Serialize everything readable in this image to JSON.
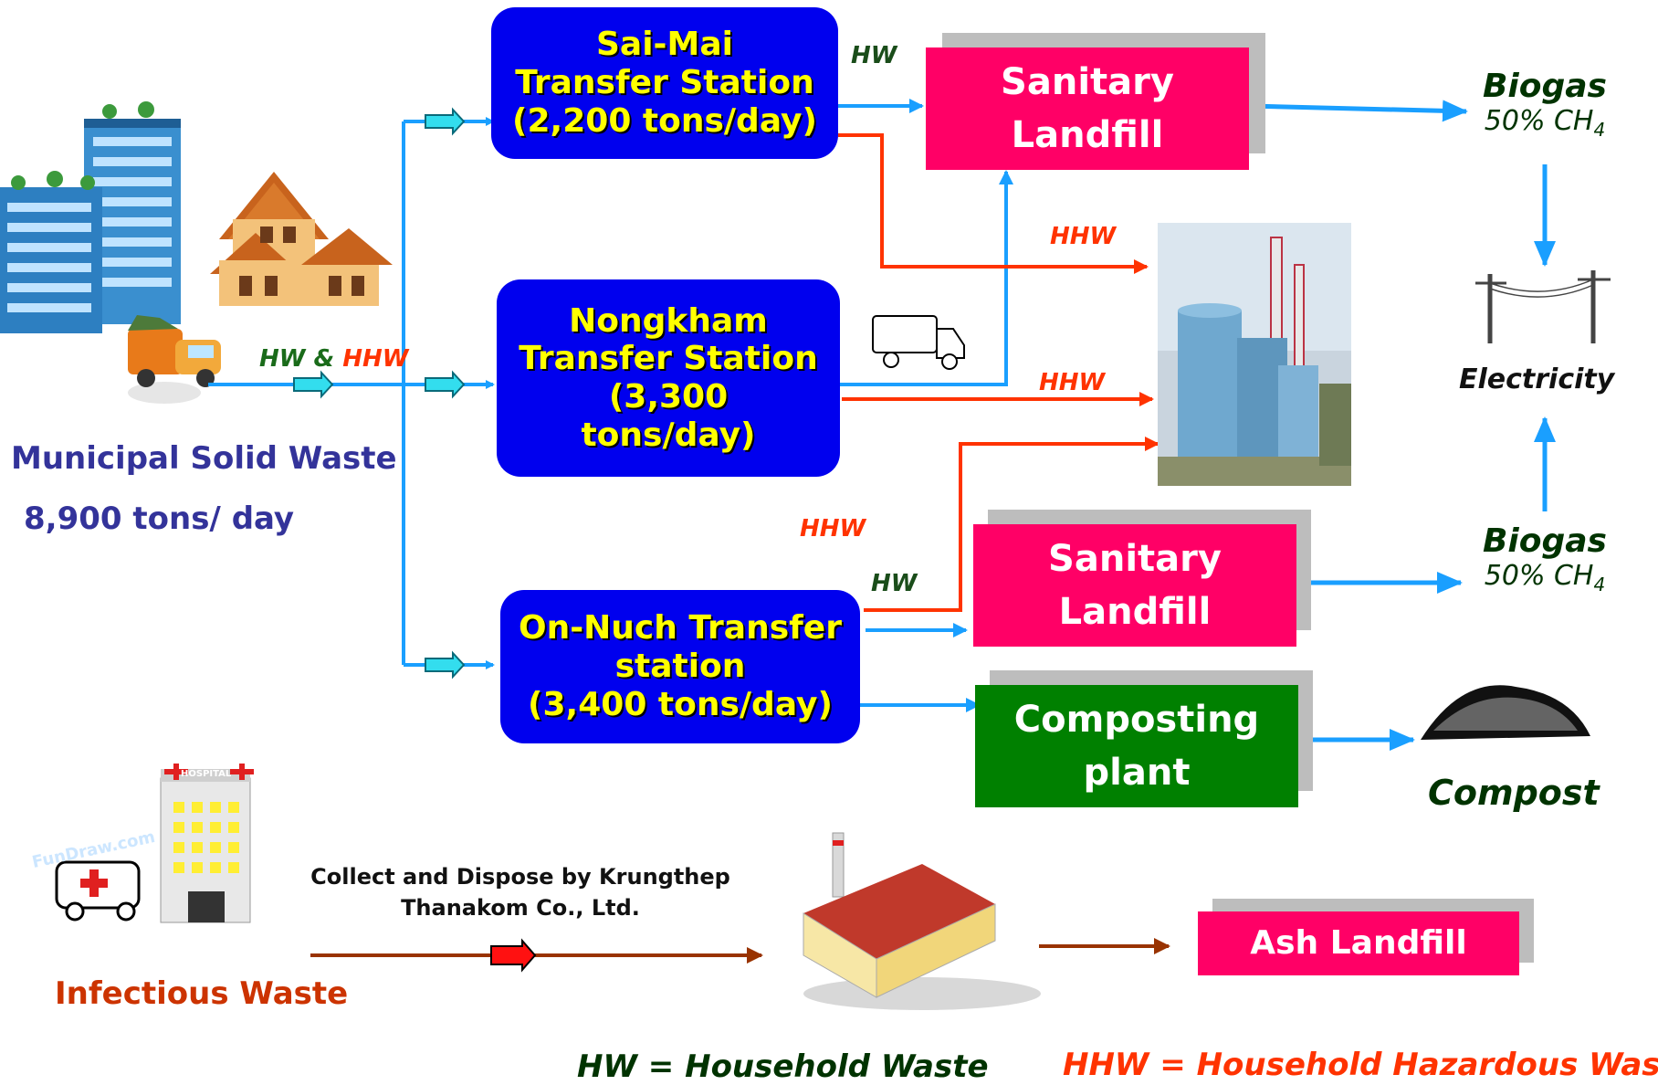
{
  "source": {
    "title": "Municipal Solid Waste",
    "amount": "8,900 tons/ day",
    "flow_label_hw": "HW &",
    "flow_label_hhw": "HHW"
  },
  "stations": [
    {
      "lines": [
        "Sai-Mai",
        "Transfer Station",
        "(2,200 tons/day)"
      ]
    },
    {
      "lines": [
        "Nongkham",
        "Transfer Station",
        "(3,300",
        "tons/day)"
      ]
    },
    {
      "lines": [
        "On-Nuch Transfer",
        "station",
        "(3,400 tons/day)"
      ]
    }
  ],
  "facilities": {
    "landfill_1": [
      "Sanitary",
      "Landfill"
    ],
    "landfill_2": [
      "Sanitary",
      "Landfill"
    ],
    "composting": [
      "Composting",
      "plant"
    ],
    "ash_landfill": "Ash Landfill"
  },
  "flow_labels": {
    "hw_1": "HW",
    "hhw_1": "HHW",
    "hhw_2": "HHW",
    "hhw_3": "HHW",
    "hw_2": "HW"
  },
  "outputs": {
    "biogas_1": {
      "title": "Biogas",
      "sub": "50% CH",
      "subscript": "4"
    },
    "biogas_2": {
      "title": "Biogas",
      "sub": "50% CH",
      "subscript": "4"
    },
    "electricity": "Electricity",
    "compost": "Compost"
  },
  "infectious": {
    "title": "Infectious Waste",
    "collector_line1": "Collect and Dispose by Krungthep",
    "collector_line2": "Thanakom Co., Ltd.",
    "hospital_sign": "HOSPITAL",
    "watermark": "FunDraw.com"
  },
  "legend": {
    "hw": "HW = Household Waste",
    "hhw": "HHW = Household Hazardous Waste"
  },
  "colors": {
    "station_blue": "#0000ee",
    "station_text": "#ffff00",
    "landfill_pink": "#ff0066",
    "compost_green": "#008000",
    "flow_blue": "#1a9fff",
    "hazard_red": "#ff3300",
    "infectious_brown": "#993300",
    "navy_text": "#33339a"
  }
}
